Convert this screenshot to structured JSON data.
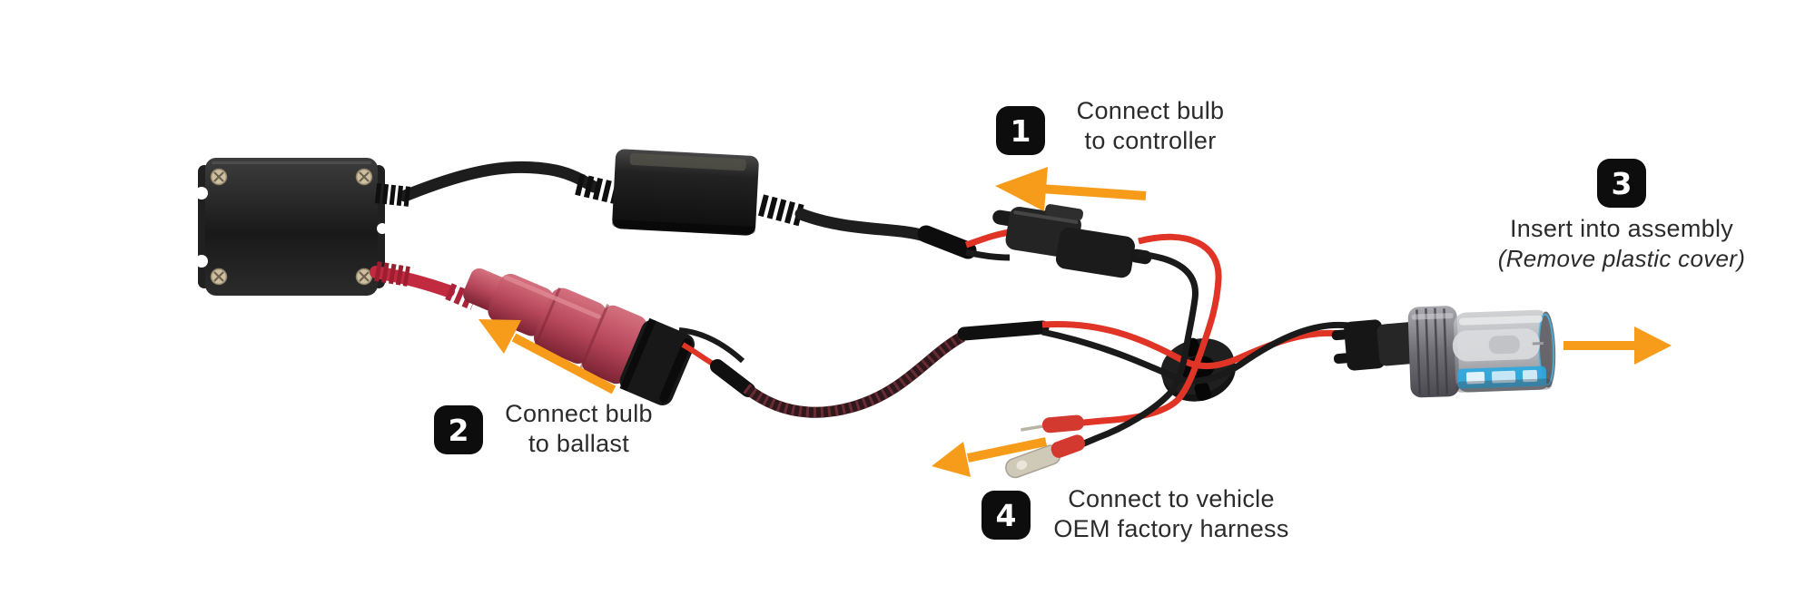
{
  "diagram": {
    "steps": [
      {
        "number": "1",
        "line1": "Connect bulb",
        "line2": "to controller",
        "arrow": "left"
      },
      {
        "number": "2",
        "line1": "Connect bulb",
        "line2": "to ballast",
        "arrow": "up-left"
      },
      {
        "number": "3",
        "line1": "Insert into assembly",
        "line2": "(Remove plastic cover)",
        "arrow": "right"
      },
      {
        "number": "4",
        "line1": "Connect to vehicle",
        "line2": "OEM factory harness",
        "arrow": "down-left"
      }
    ],
    "components": {
      "ballast": "ballast",
      "controller": "inline-controller-module",
      "bulb_to_controller_connector": "black-2-pin-connector",
      "bulb_to_ballast_connector": "red-high-voltage-connector",
      "grommet": "rubber-grommet",
      "oem_terminals": "pin-and-spade-terminals",
      "bulb_assembly": "hid-bulb-in-plastic-cover"
    },
    "colors": {
      "background": "#ffffff",
      "arrow_orange": "#f79c1a",
      "badge_black": "#0d0d0d",
      "badge_text": "#ffffff",
      "label_text": "#2b2b2b",
      "wire_red": "#e03427",
      "wire_black": "#1a1a1a",
      "connector_crimson": "#b8485c",
      "bulb_label_blue": "#2aa9e0"
    }
  }
}
